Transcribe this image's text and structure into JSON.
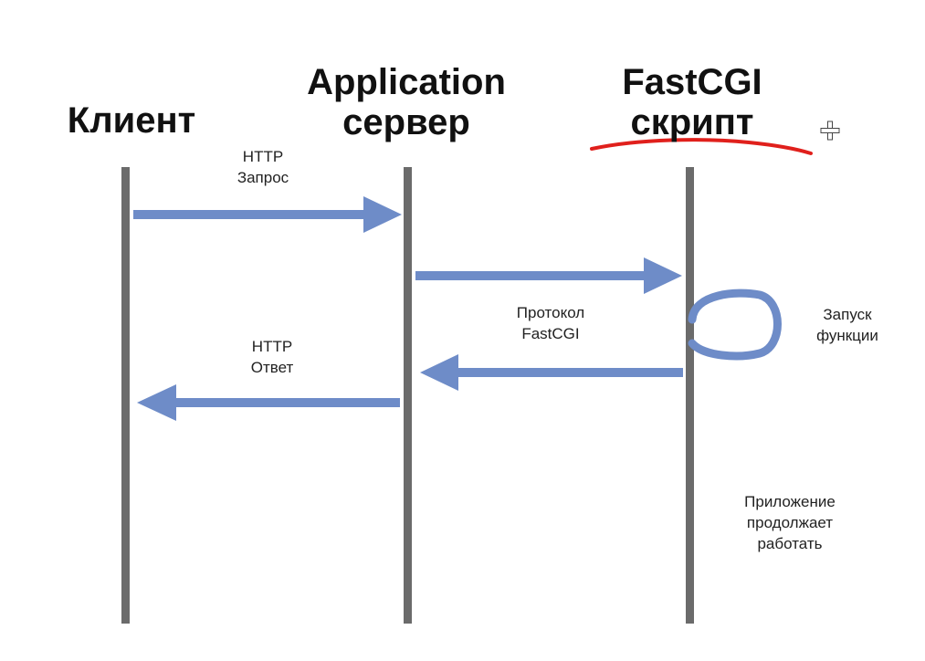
{
  "actors": {
    "client": {
      "line1": "Клиент"
    },
    "app_server": {
      "line1": "Application",
      "line2": "сервер"
    },
    "fastcgi_script": {
      "line1": "FastCGI",
      "line2": "скрипт"
    }
  },
  "messages": {
    "http_request": {
      "line1": "HTTP",
      "line2": "Запрос"
    },
    "fastcgi_protocol": {
      "line1": "Протокол",
      "line2": "FastCGI"
    },
    "http_response": {
      "line1": "HTTP",
      "line2": "Ответ"
    },
    "function_launch": {
      "line1": "Запуск",
      "line2": "функции"
    },
    "app_continues": {
      "line1": "Приложение",
      "line2": "продолжает",
      "line3": "работать"
    }
  },
  "colors": {
    "lifeline": "#6b6b6b",
    "arrow": "#6e8cc8",
    "annotation_underline": "#e0201c",
    "text": "#111111"
  },
  "icons": {
    "cursor": "crosshair-cursor-icon"
  }
}
